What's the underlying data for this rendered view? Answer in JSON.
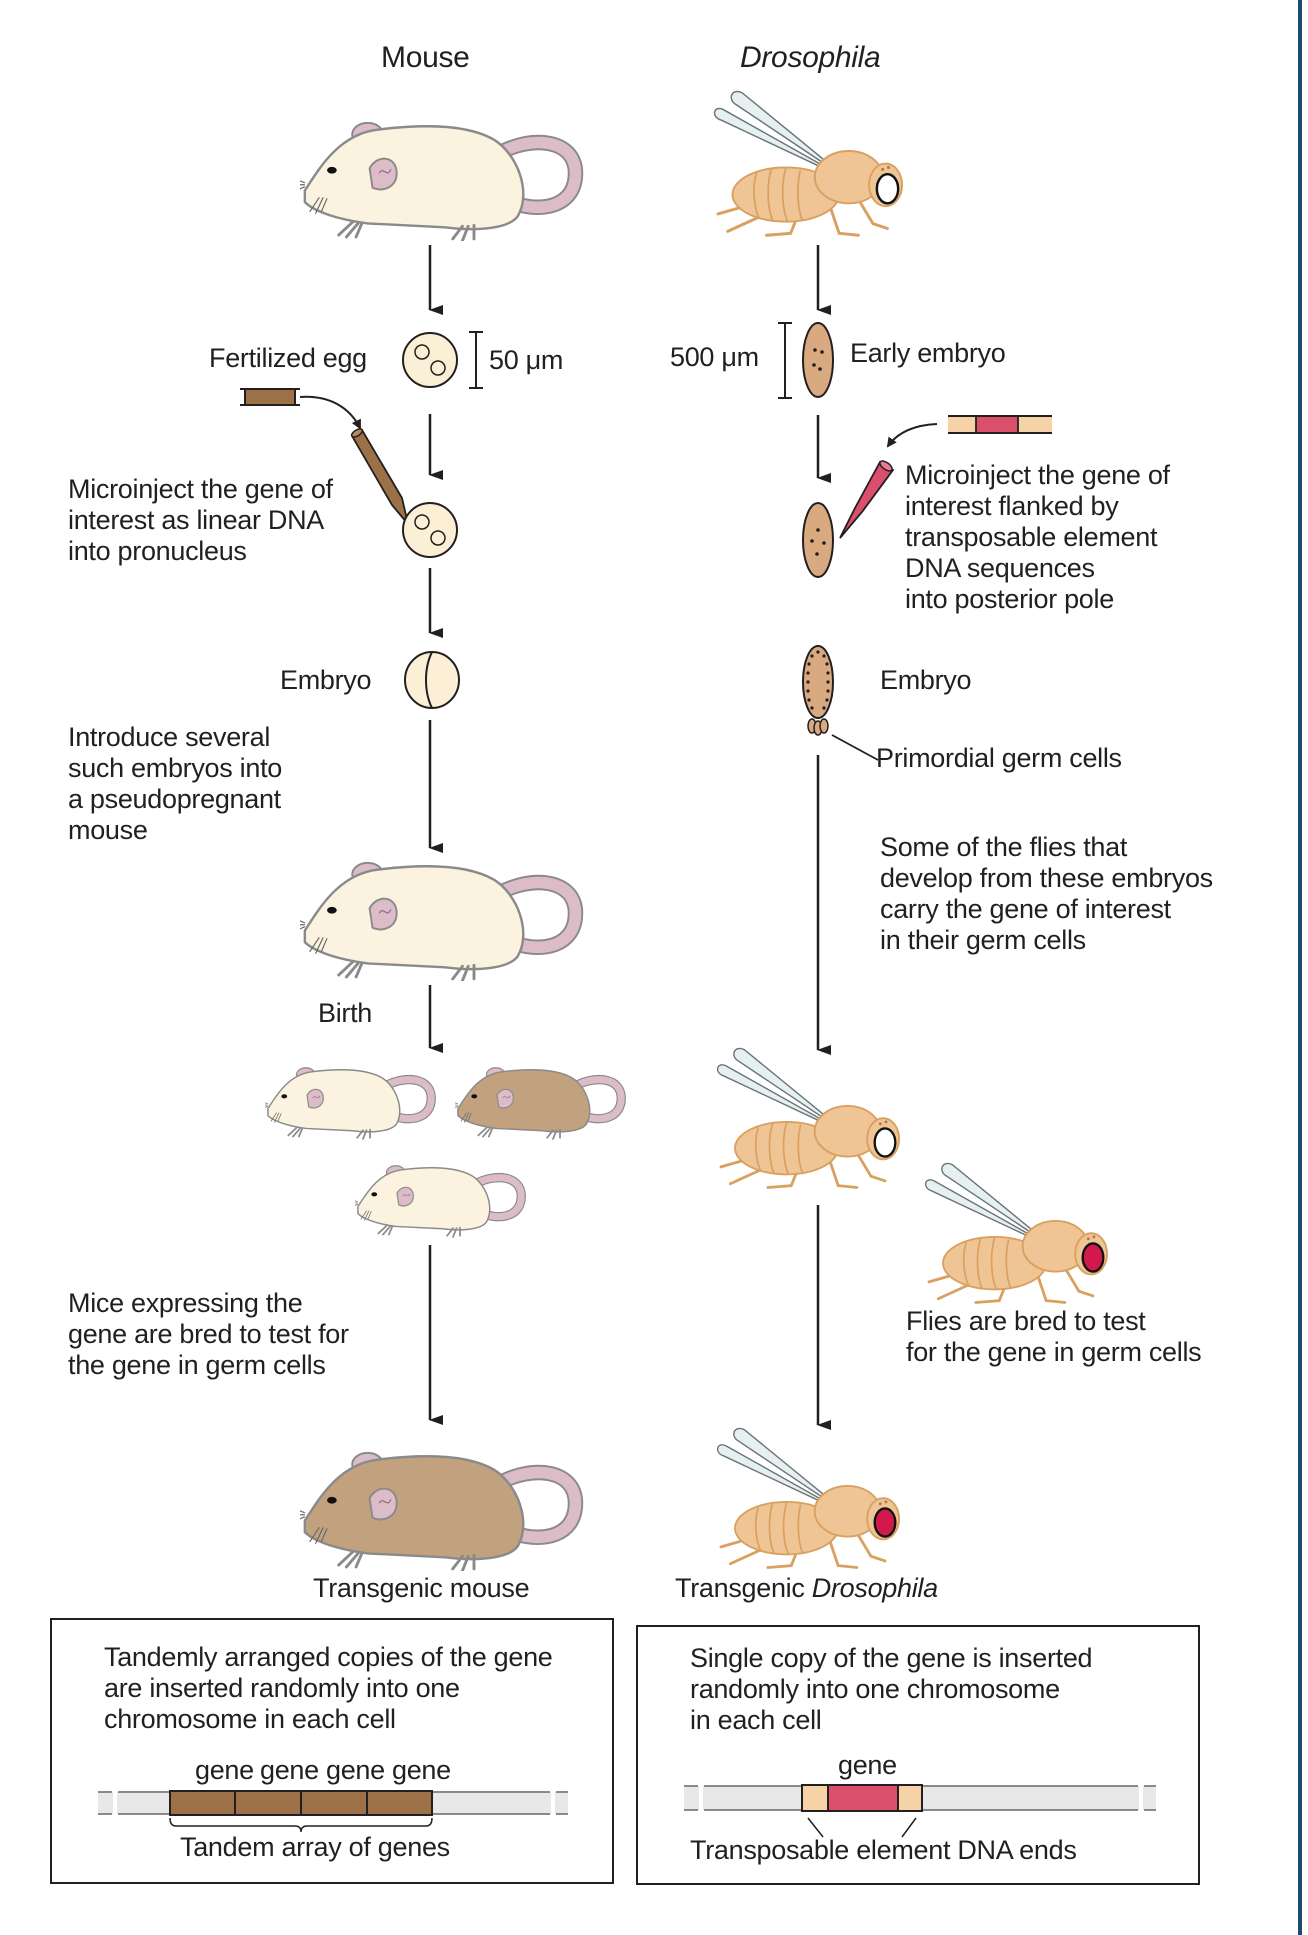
{
  "columns": {
    "mouse": {
      "title": "Mouse"
    },
    "fly": {
      "title": "Drosophila"
    }
  },
  "mouse_steps": {
    "fertilized_egg_label": "Fertilized egg",
    "egg_scale": "50 μm",
    "microinject": [
      "Microinject the gene of",
      "interest as linear DNA",
      "into pronucleus"
    ],
    "embryo_label": "Embryo",
    "introduce": [
      "Introduce several",
      "such embryos into",
      "a pseudopregnant",
      "mouse"
    ],
    "birth_label": "Birth",
    "bred": [
      "Mice expressing the",
      "gene are bred to test for",
      "the gene in germ cells"
    ],
    "final_label": "Transgenic mouse"
  },
  "fly_steps": {
    "embryo_scale": "500 μm",
    "early_embryo_label": "Early embryo",
    "microinject": [
      "Microinject the gene of",
      "interest flanked by",
      "transposable element",
      "DNA sequences",
      "into posterior pole"
    ],
    "embryo_label": "Embryo",
    "germ_cells_label": "Primordial germ cells",
    "some_flies": [
      "Some of the flies that",
      "develop from these embryos",
      "carry the gene of interest",
      "in their germ cells"
    ],
    "bred": [
      "Flies are bred to test",
      "for the gene in germ cells"
    ],
    "final_label_prefix": "Transgenic ",
    "final_label_italic": "Drosophila"
  },
  "mouse_box": {
    "text": [
      "Tandemly arranged copies of the gene",
      "are inserted randomly into one",
      "chromosome in each cell"
    ],
    "gene_labels": [
      "gene",
      "gene",
      "gene",
      "gene"
    ],
    "caption": "Tandem array of genes"
  },
  "fly_box": {
    "text": [
      "Single copy of the gene is inserted",
      "randomly into one chromosome",
      "in each cell"
    ],
    "gene_label": "gene",
    "caption": "Transposable element DNA ends"
  },
  "colors": {
    "mouse_gene": "#9c7148",
    "fly_gene": "#d94f6c",
    "transposon_end": "#f5d3a6",
    "white_mouse": "#fbf3df",
    "brown_mouse": "#c2a17e",
    "mouse_pink": "#d9b9c4",
    "fly_body": "#efc596",
    "fly_embryo": "#d9a97f",
    "red_eye": "#d2194c",
    "chromosome": "#e8e8e8",
    "page_edge": "#1e4a6b"
  }
}
